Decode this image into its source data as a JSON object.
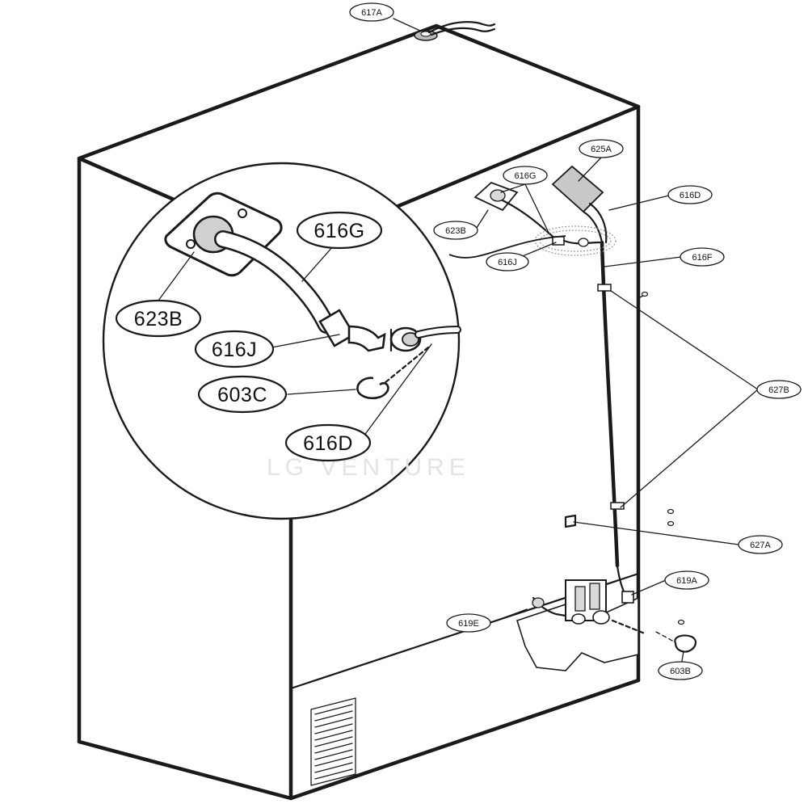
{
  "diagram": {
    "callouts_small": [
      {
        "id": "617A",
        "label": "617A"
      },
      {
        "id": "625A",
        "label": "625A"
      },
      {
        "id": "616G",
        "label": "616G"
      },
      {
        "id": "616D",
        "label": "616D"
      },
      {
        "id": "623B",
        "label": "623B"
      },
      {
        "id": "616J",
        "label": "616J"
      },
      {
        "id": "616F",
        "label": "616F"
      },
      {
        "id": "627B",
        "label": "627B"
      },
      {
        "id": "627A",
        "label": "627A"
      },
      {
        "id": "619A",
        "label": "619A"
      },
      {
        "id": "619E",
        "label": "619E"
      },
      {
        "id": "603B",
        "label": "603B"
      }
    ],
    "callouts_detail": [
      {
        "id": "616G",
        "label": "616G"
      },
      {
        "id": "623B",
        "label": "623B"
      },
      {
        "id": "616J",
        "label": "616J"
      },
      {
        "id": "603C",
        "label": "603C"
      },
      {
        "id": "616D",
        "label": "616D"
      }
    ],
    "watermark": "LG  VENTURE"
  }
}
